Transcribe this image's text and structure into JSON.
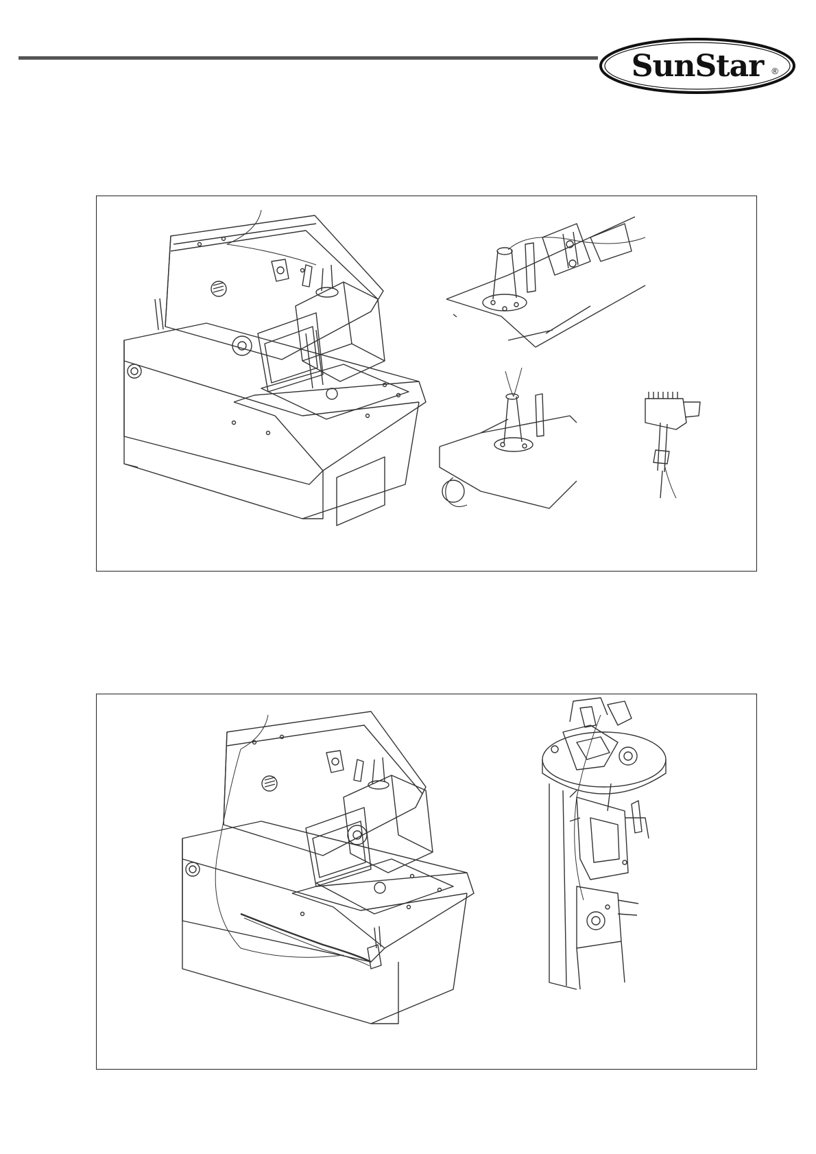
{
  "header": {
    "brand": "SunStar",
    "brand_mark": "®",
    "icons": [
      "sunstar-logo"
    ]
  },
  "figures": [
    {
      "id": "figure-1",
      "icons": [
        "sewing-machine-illustration",
        "thread-stand-detail-illustration",
        "needle-threading-detail-illustration"
      ]
    },
    {
      "id": "figure-2",
      "icons": [
        "sewing-machine-illustration",
        "looper-threading-detail-illustration"
      ]
    }
  ]
}
